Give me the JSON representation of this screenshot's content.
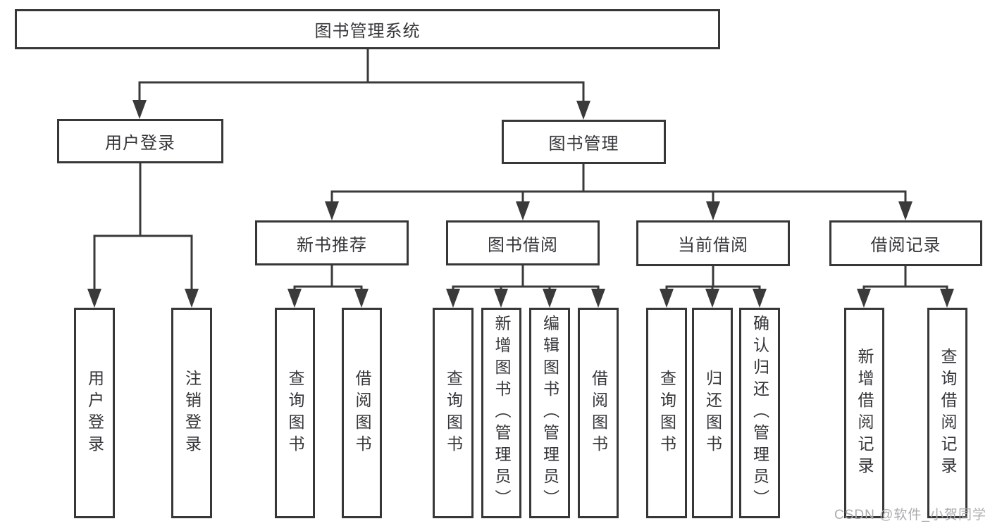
{
  "tree": {
    "label": "图书管理系统",
    "children": [
      {
        "label": "用户登录",
        "children": [
          {
            "label": "用户登录"
          },
          {
            "label": "注销登录"
          }
        ]
      },
      {
        "label": "图书管理",
        "children": [
          {
            "label": "新书推荐",
            "children": [
              {
                "label": "查询图书"
              },
              {
                "label": "借阅图书"
              }
            ]
          },
          {
            "label": "图书借阅",
            "children": [
              {
                "label": "查询图书"
              },
              {
                "label": "新增图书（管理员）"
              },
              {
                "label": "编辑图书（管理员）"
              },
              {
                "label": "借阅图书"
              }
            ]
          },
          {
            "label": "当前借阅",
            "children": [
              {
                "label": "查询图书"
              },
              {
                "label": "归还图书"
              },
              {
                "label": "确认归还（管理员）"
              }
            ]
          },
          {
            "label": "借阅记录",
            "children": [
              {
                "label": "新增借阅记录"
              },
              {
                "label": "查询借阅记录"
              }
            ]
          }
        ]
      }
    ]
  },
  "watermark": "CSDN @软件_小贺同学",
  "colors": {
    "line": "#3a3a3a",
    "box_border": "#373737",
    "box_fill": "#ffffff",
    "text": "#36363a",
    "watermark": "#acacb0"
  }
}
